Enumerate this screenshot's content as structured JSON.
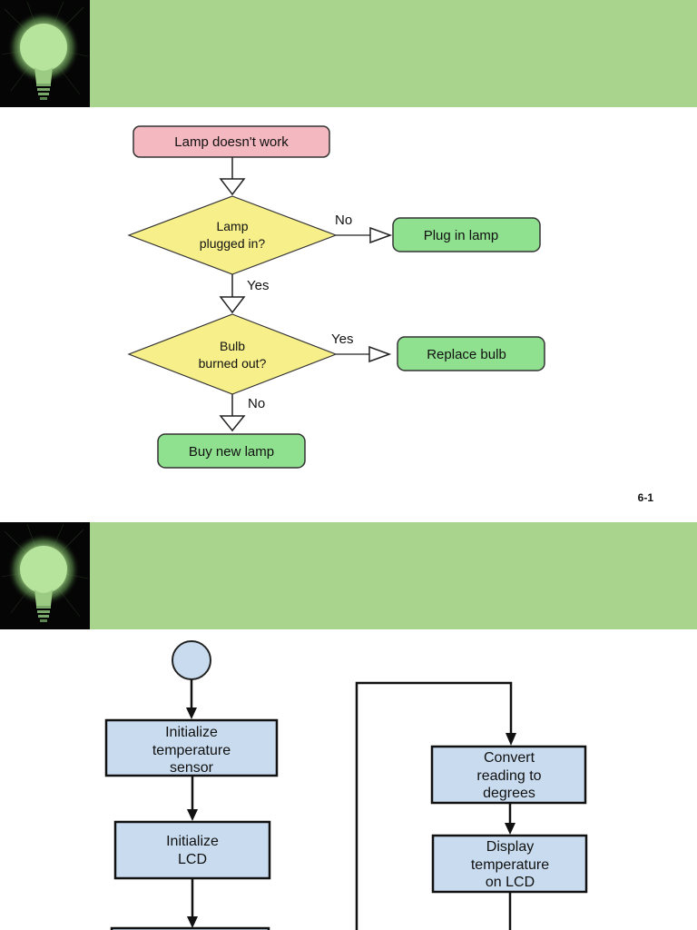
{
  "slides": [
    {
      "banner": {
        "logo": "lightbulb-icon",
        "color": "#a9d48d"
      },
      "page_number": "6-1",
      "flowchart": {
        "start": {
          "label": "Lamp doesn't work",
          "color": "#f4b8c0"
        },
        "decision1": {
          "line1": "Lamp",
          "line2": "plugged in?",
          "color": "#f7f08a"
        },
        "decision1_no_label": "No",
        "decision1_yes_label": "Yes",
        "action1": {
          "label": "Plug in lamp",
          "color": "#8fe08f"
        },
        "decision2": {
          "line1": "Bulb",
          "line2": "burned out?",
          "color": "#f7f08a"
        },
        "decision2_yes_label": "Yes",
        "decision2_no_label": "No",
        "action2": {
          "label": "Replace bulb",
          "color": "#8fe08f"
        },
        "action3": {
          "label": "Buy new lamp",
          "color": "#8fe08f"
        }
      }
    },
    {
      "banner": {
        "logo": "lightbulb-icon",
        "color": "#a9d48d"
      },
      "flowchart": {
        "start_circle": {
          "color": "#c9dcef"
        },
        "box_color": "#c9dcef",
        "step1": {
          "line1": "Initialize",
          "line2": "temperature",
          "line3": "sensor"
        },
        "step2": {
          "line1": "Initialize",
          "line2": "LCD"
        },
        "step4": {
          "line1": "Convert",
          "line2": "reading to",
          "line3": "degrees"
        },
        "step5": {
          "line1": "Display",
          "line2": "temperature",
          "line3": "on LCD"
        }
      }
    }
  ]
}
